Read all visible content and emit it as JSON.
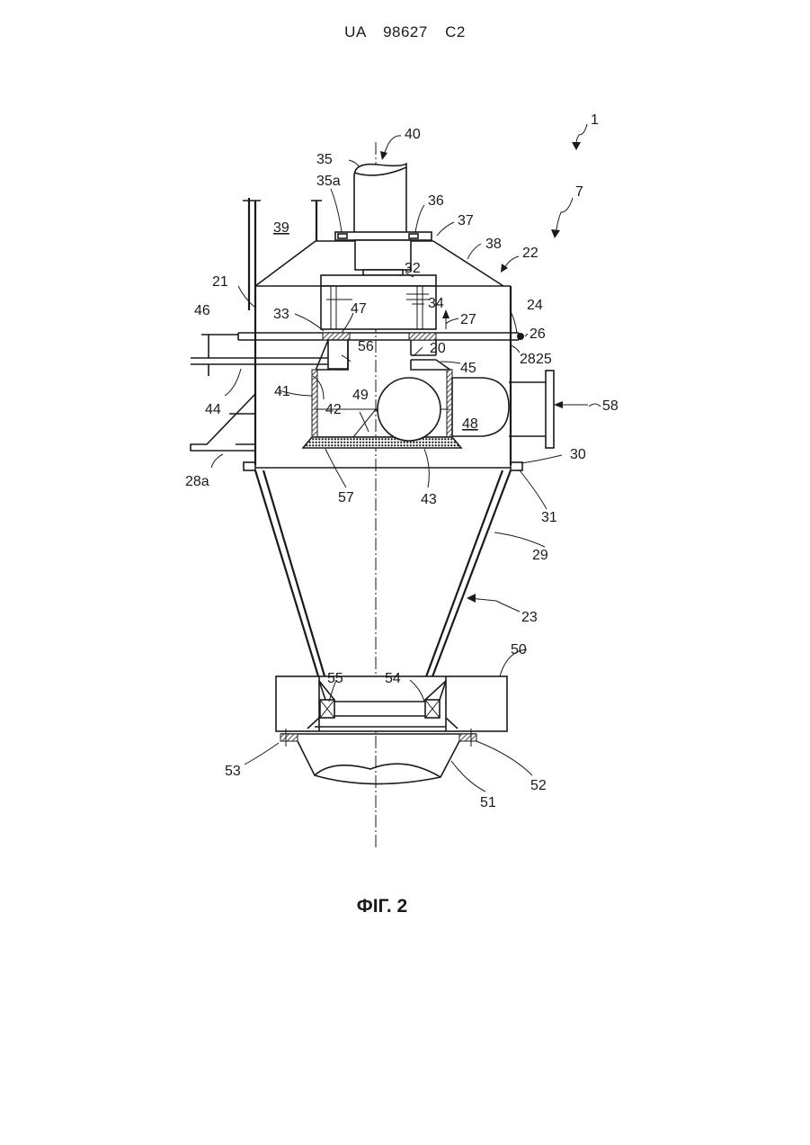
{
  "header": {
    "text": "UA 98627 C2"
  },
  "caption": {
    "text": "ФІГ. 2"
  },
  "labels": {
    "l1": "1",
    "l7": "7",
    "l40": "40",
    "l35": "35",
    "l35a": "35a",
    "l36": "36",
    "l37": "37",
    "l38": "38",
    "l22": "22",
    "l39": "39",
    "l21": "21",
    "l32": "32",
    "l34": "34",
    "l33": "33",
    "l47": "47",
    "l27": "27",
    "l24": "24",
    "l26": "26",
    "l25": "25",
    "l46": "46",
    "l56": "56",
    "l20": "20",
    "l45": "45",
    "l28": "28",
    "l41": "41",
    "l42": "42",
    "l49": "49",
    "l48": "48",
    "l58": "58",
    "l44": "44",
    "l28a": "28a",
    "l30": "30",
    "l57": "57",
    "l43": "43",
    "l31": "31",
    "l29": "29",
    "l23": "23",
    "l50": "50",
    "l55": "55",
    "l54": "54",
    "l53": "53",
    "l52": "52",
    "l51": "51"
  }
}
